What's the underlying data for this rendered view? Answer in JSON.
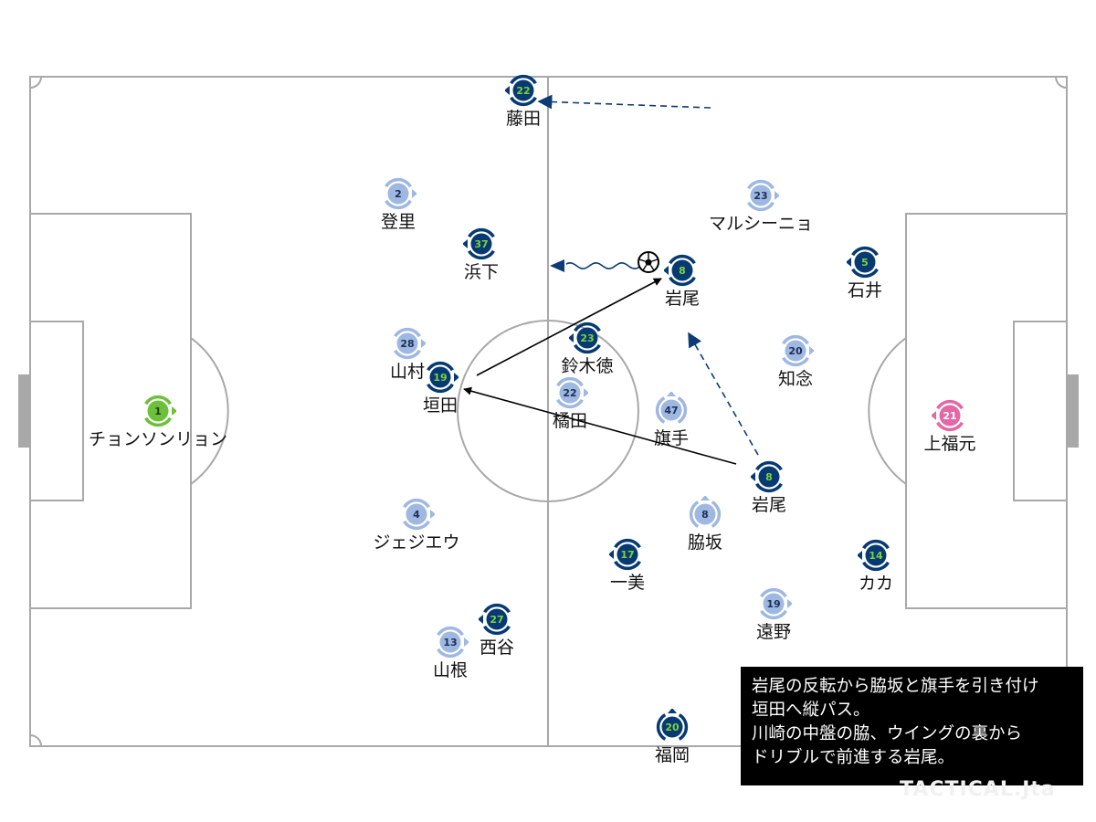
{
  "colors": {
    "line": "#a8a8a8",
    "home_team": "#9fb8e2",
    "away_team": "#073a72",
    "away_number": "#7fd13b",
    "home_keeper": "#6cc03a",
    "away_keeper": "#e567a6"
  },
  "players": [
    {
      "id": "p1",
      "number": "1",
      "name": "チョンソンリョン",
      "team": "home_keeper",
      "facing": "right"
    },
    {
      "id": "p2",
      "number": "2",
      "name": "登里",
      "team": "home",
      "facing": "right"
    },
    {
      "id": "p28",
      "number": "28",
      "name": "山村",
      "team": "home",
      "facing": "right"
    },
    {
      "id": "p4",
      "number": "4",
      "name": "ジェジエウ",
      "team": "home",
      "facing": "right"
    },
    {
      "id": "p13",
      "number": "13",
      "name": "山根",
      "team": "home",
      "facing": "right"
    },
    {
      "id": "p22h",
      "number": "22",
      "name": "橘田",
      "team": "home",
      "facing": "right"
    },
    {
      "id": "p23h",
      "number": "23",
      "name": "マルシーニョ",
      "team": "home",
      "facing": "right"
    },
    {
      "id": "p47",
      "number": "47",
      "name": "旗手",
      "team": "home",
      "facing": "up"
    },
    {
      "id": "p8h",
      "number": "8",
      "name": "脇坂",
      "team": "home",
      "facing": "up"
    },
    {
      "id": "p20h",
      "number": "20",
      "name": "知念",
      "team": "home",
      "facing": "right"
    },
    {
      "id": "p19h",
      "number": "19",
      "name": "遠野",
      "team": "home",
      "facing": "right"
    },
    {
      "id": "p22a",
      "number": "22",
      "name": "藤田",
      "team": "away",
      "facing": "left"
    },
    {
      "id": "p37",
      "number": "37",
      "name": "浜下",
      "team": "away",
      "facing": "left"
    },
    {
      "id": "p19a",
      "number": "19",
      "name": "垣田",
      "team": "away",
      "facing": "right"
    },
    {
      "id": "p27",
      "number": "27",
      "name": "西谷",
      "team": "away",
      "facing": "left"
    },
    {
      "id": "p23a",
      "number": "23",
      "name": "鈴木徳",
      "team": "away",
      "facing": "left"
    },
    {
      "id": "p8a1",
      "number": "8",
      "name": "岩尾",
      "team": "away",
      "facing": "left"
    },
    {
      "id": "p8a2",
      "number": "8",
      "name": "岩尾",
      "team": "away",
      "facing": "left"
    },
    {
      "id": "p17",
      "number": "17",
      "name": "一美",
      "team": "away",
      "facing": "left"
    },
    {
      "id": "p20a",
      "number": "20",
      "name": "福岡",
      "team": "away",
      "facing": "up"
    },
    {
      "id": "p5",
      "number": "5",
      "name": "石井",
      "team": "away",
      "facing": "left"
    },
    {
      "id": "p14",
      "number": "14",
      "name": "カカ",
      "team": "away",
      "facing": "left"
    },
    {
      "id": "p21",
      "number": "21",
      "name": "上福元",
      "team": "away_keeper",
      "facing": "left"
    }
  ],
  "caption": {
    "line1": "岩尾の反転から脇坂と旗手を引き付け",
    "line2": "垣田へ縦パス。",
    "line3": "川崎の中盤の脇、ウイングの裏から",
    "line4": "ドリブルで前進する岩尾。"
  },
  "watermark": "TACTICAL.Jta"
}
